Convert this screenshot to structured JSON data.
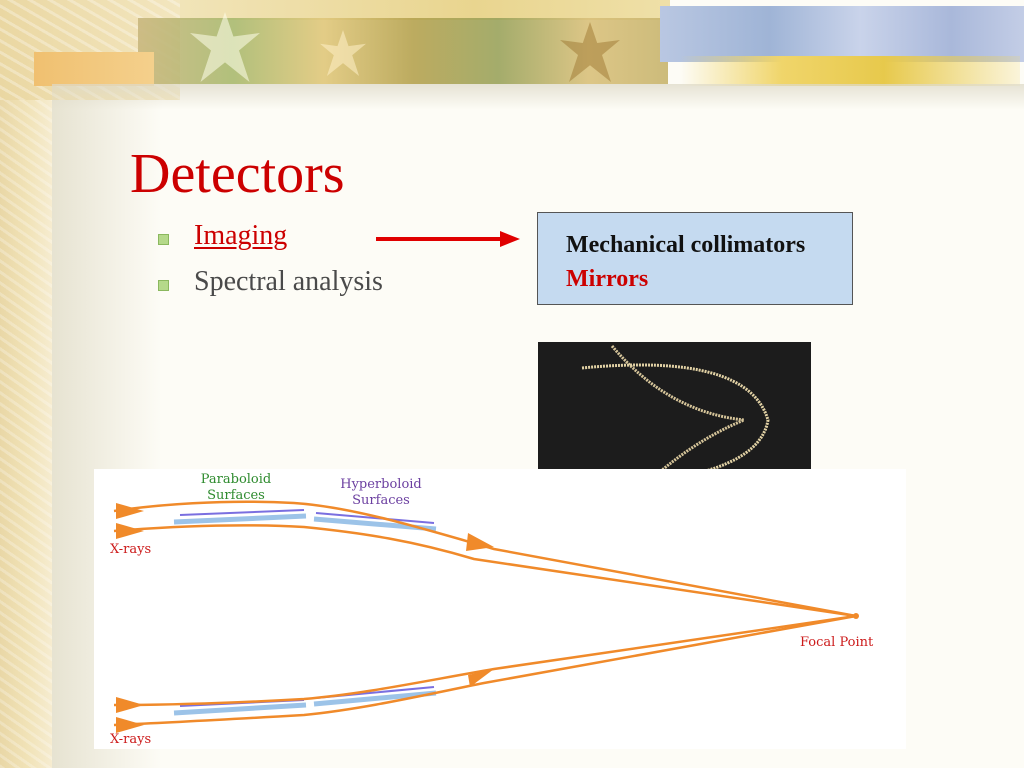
{
  "slide": {
    "title": "Detectors",
    "bullets": [
      {
        "label": "Imaging",
        "color": "#cc0000"
      },
      {
        "label": "Spectral analysis",
        "color": "#4a4a4a"
      }
    ],
    "collimator_box": {
      "line1": "Mechanical collimators",
      "line2": "Mirrors",
      "background": "#c5daf0"
    },
    "diagram": {
      "paraboloid_label": "Paraboloid\nSurfaces",
      "paraboloid_label_line1": "Paraboloid",
      "paraboloid_label_line2": "Surfaces",
      "hyperboloid_label_line1": "Hyperboloid",
      "hyperboloid_label_line2": "Surfaces",
      "xrays_top": "X-rays",
      "xrays_bottom": "X-rays",
      "focal_point": "Focal Point",
      "ray_color": "#f08a2a",
      "mirror_color": "#9cc3e8"
    },
    "colors": {
      "title": "#cc0000",
      "arrow": "#e00000",
      "bullet_marker": "#b5d98a"
    }
  }
}
